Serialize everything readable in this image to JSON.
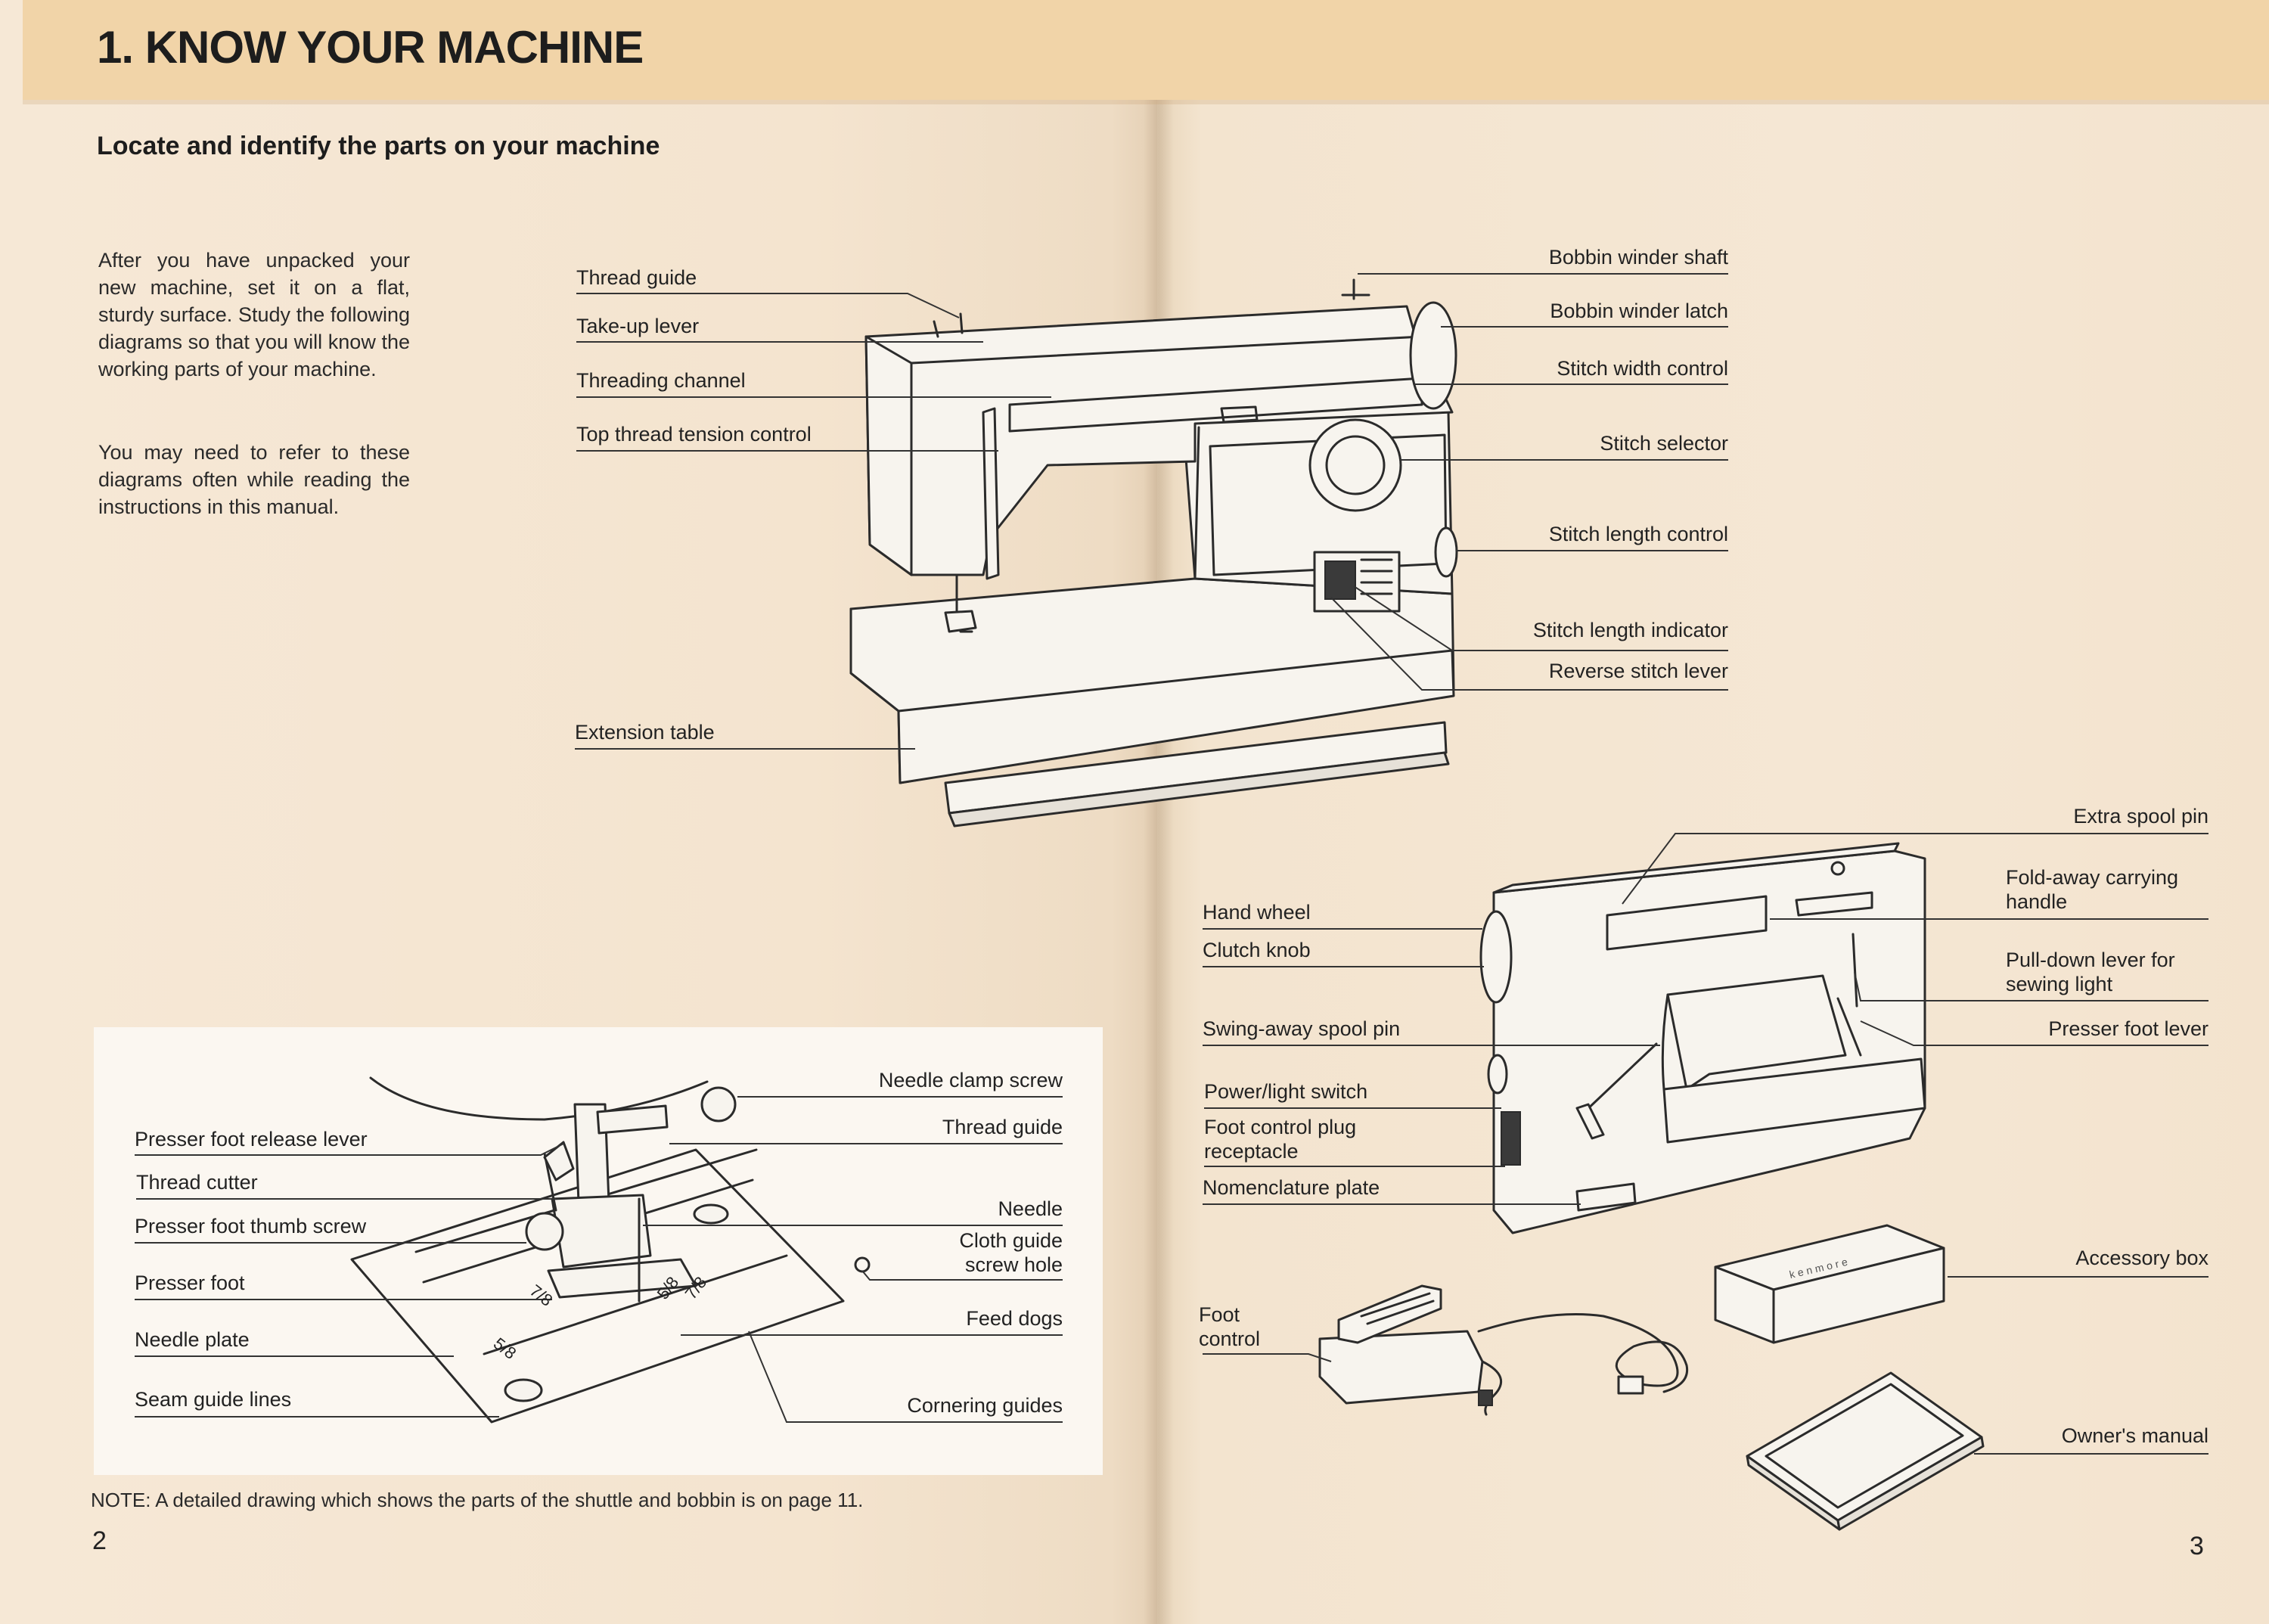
{
  "header": {
    "chapter_title": "1. KNOW YOUR MACHINE",
    "section_heading": "Locate and identify the parts on your machine"
  },
  "intro": {
    "paragraph_1": "After you have unpacked your new machine, set it on a flat, sturdy surface. Study the following diagrams so that you will know the working parts of your machine.",
    "paragraph_2": "You may need to refer to these diagrams often while reading the instructions in this manual."
  },
  "front_view": {
    "left_labels": [
      "Thread guide",
      "Take-up lever",
      "Threading channel",
      "Top thread tension control",
      "Extension table"
    ],
    "right_labels": [
      "Bobbin winder shaft",
      "Bobbin winder latch",
      "Stitch width control",
      "Stitch selector",
      "Stitch length control",
      "Stitch length indicator",
      "Reverse stitch lever"
    ]
  },
  "rear_view": {
    "left_labels": [
      "Hand wheel",
      "Clutch knob",
      "Swing-away spool pin",
      "Power/light switch",
      "Foot control plug receptacle",
      "Nomenclature plate"
    ],
    "right_labels": [
      "Extra spool pin",
      "Fold-away carrying handle",
      "Pull-down lever for sewing light",
      "Presser foot lever"
    ]
  },
  "accessories": {
    "foot_control": "Foot control",
    "accessory_box": "Accessory box",
    "owners_manual": "Owner's manual",
    "box_brand": "kenmore"
  },
  "presser_inset": {
    "left_labels": [
      "Presser foot release lever",
      "Thread cutter",
      "Presser foot thumb screw",
      "Presser foot",
      "Needle plate",
      "Seam guide lines"
    ],
    "right_labels": [
      "Needle clamp screw",
      "Thread guide",
      "Needle",
      "Cloth guide screw hole",
      "Feed dogs",
      "Cornering guides"
    ],
    "plate_marks": [
      "5/8",
      "7/8",
      "5/8",
      "7/8"
    ]
  },
  "note": "NOTE: A detailed drawing which shows the parts of the shuttle and bobbin is on page 11.",
  "page_numbers": {
    "left": "2",
    "right": "3"
  }
}
